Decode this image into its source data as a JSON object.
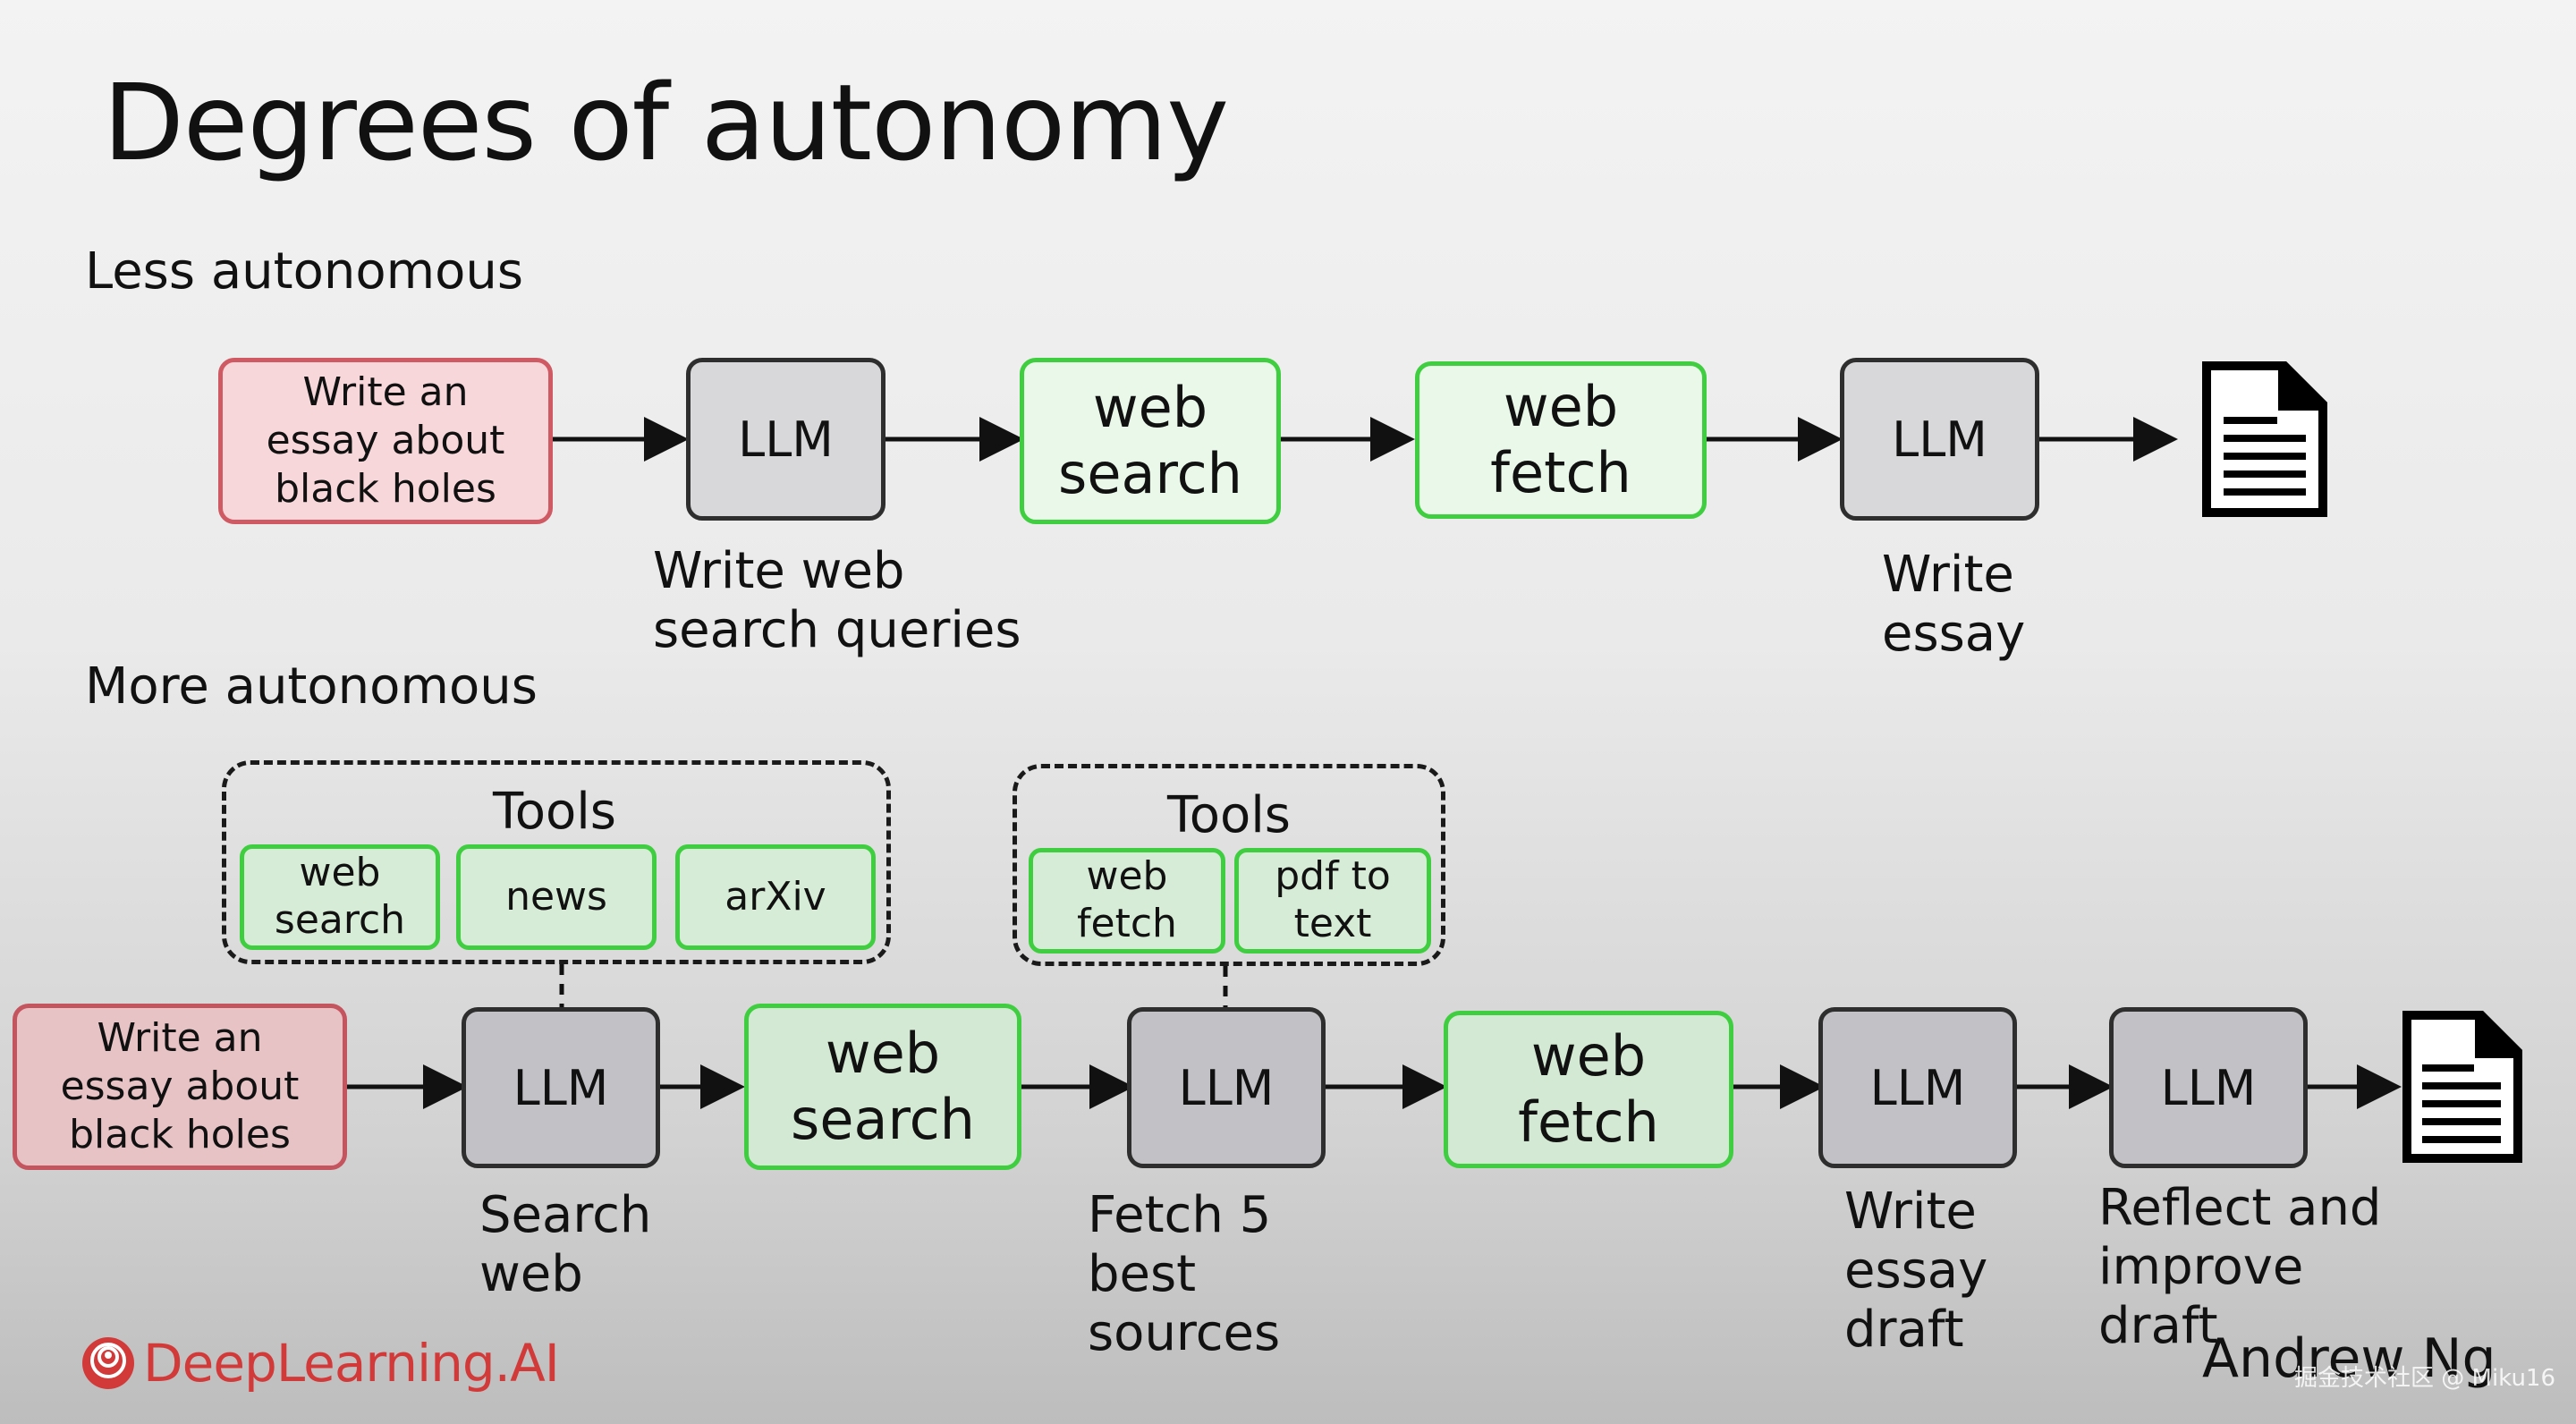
{
  "slide": {
    "title": "Degrees of autonomy"
  },
  "less": {
    "label": "Less autonomous",
    "prompt": "Write an\nessay about\nblack holes",
    "llm1": "LLM",
    "llm1_caption": "Write web\nsearch queries",
    "tool1": "web\nsearch",
    "tool2": "web\nfetch",
    "llm2": "LLM",
    "llm2_caption": "Write\nessay"
  },
  "more": {
    "label": "More autonomous",
    "tools_group_1": {
      "label": "Tools",
      "items": [
        "web\nsearch",
        "news",
        "arXiv"
      ]
    },
    "tools_group_2": {
      "label": "Tools",
      "items": [
        "web\nfetch",
        "pdf to\ntext"
      ]
    },
    "prompt": "Write an\nessay about\nblack holes",
    "llm1": "LLM",
    "llm1_caption": "Search\nweb",
    "tool1": "web\nsearch",
    "llm2": "LLM",
    "llm2_caption": "Fetch 5\nbest\nsources",
    "tool2": "web\nfetch",
    "llm3": "LLM",
    "llm3_caption": "Write\nessay\ndraft",
    "llm4": "LLM",
    "llm4_caption": "Reflect and\nimprove\ndraft"
  },
  "footer": {
    "brand": "DeepLearning.AI",
    "author": "Andrew Ng",
    "watermark": "掘金技术社区 @ Miku16"
  },
  "icons": {
    "output_document": "document-icon",
    "brand_logo": "deeplearning-logo-icon"
  },
  "colors": {
    "prompt_fill": "#f7d7da",
    "prompt_border": "#cf5a64",
    "llm_fill": "#d8d8db",
    "tool_fill": "#e9f8e9",
    "tool_border": "#3fce3f",
    "brand": "#d23a3a"
  }
}
